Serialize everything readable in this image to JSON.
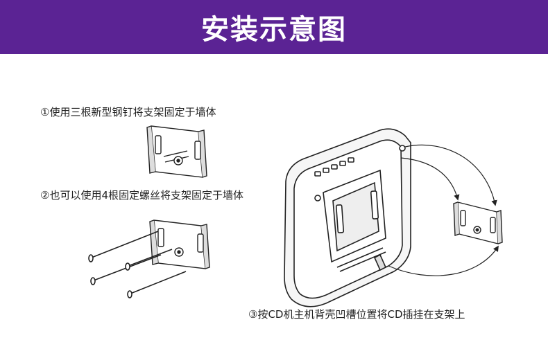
{
  "header": {
    "title": "安装示意图"
  },
  "steps": [
    {
      "label": "①使用三根新型钢钉将支架固定于墙体"
    },
    {
      "label": "②也可以使用4根固定螺丝将支架固定于墙体"
    },
    {
      "label": "③按CD机主机背壳凹槽位置将CD插挂在支架上"
    }
  ],
  "colors": {
    "banner": "#5b2394",
    "line": "#222222"
  }
}
